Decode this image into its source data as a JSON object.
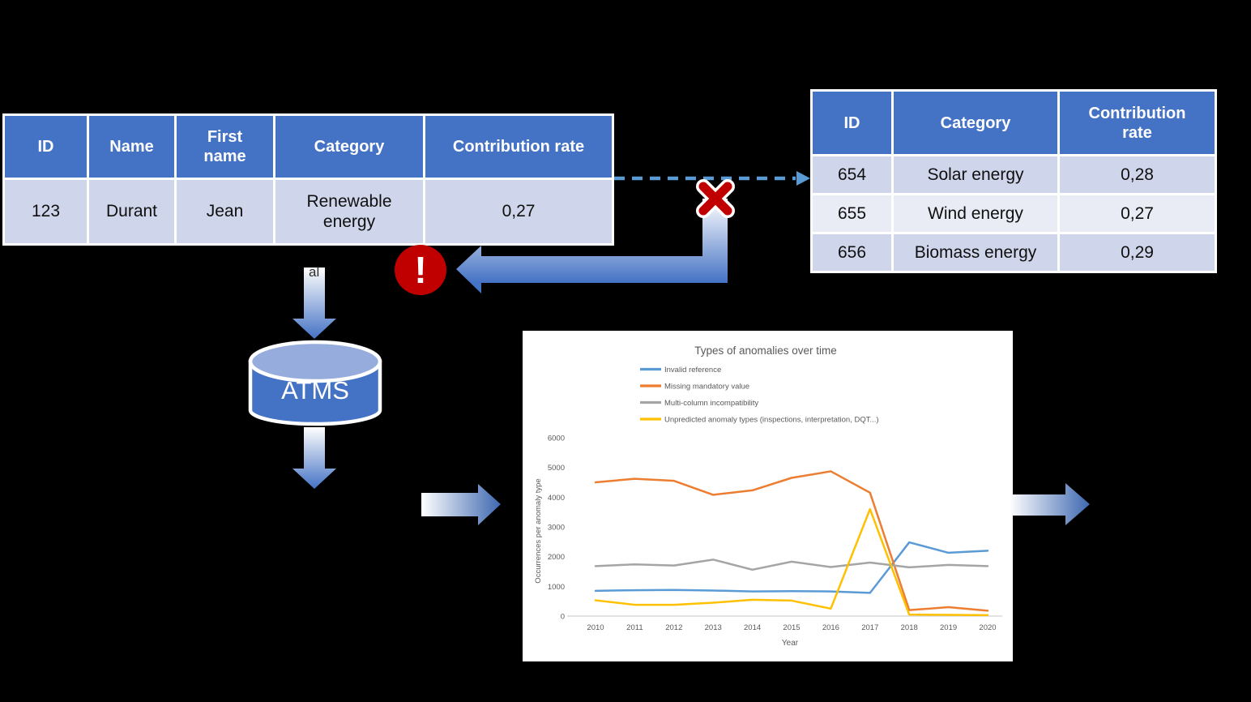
{
  "colors": {
    "accent_blue": "#4472C4",
    "table_header_bg": "#4472C4",
    "table_row_dark": "#CFD5EA",
    "table_row_light": "#E9EBF5",
    "dashed_arrow_blue": "#5B9BD5",
    "error_red": "#C00000",
    "chart_text_gray": "#595959"
  },
  "left_table": {
    "headers": [
      "ID",
      "Name",
      "First name",
      "Category",
      "Contribution rate"
    ],
    "rows": [
      [
        "123",
        "Durant",
        "Jean",
        "Renewable energy",
        "0,27"
      ]
    ]
  },
  "right_table": {
    "headers": [
      "ID",
      "Category",
      "Contribution rate"
    ],
    "rows": [
      [
        "654",
        "Solar energy",
        "0,28"
      ],
      [
        "655",
        "Wind energy",
        "0,27"
      ],
      [
        "656",
        "Biomass energy",
        "0,29"
      ]
    ]
  },
  "atms": {
    "label": "ATMS"
  },
  "icons": {
    "exclamation_glyph": "!",
    "cross_icon": "x-mark",
    "dashed_arrow_icon": "dashed-right-arrow",
    "return_arrow_icon": "bent-left-arrow"
  },
  "hidden_label_fragment": "al",
  "chart_data": {
    "type": "line",
    "title": "Types of anomalies over time",
    "xlabel": "Year",
    "ylabel": "Occurrences per anomaly type",
    "x": [
      2010,
      2011,
      2012,
      2013,
      2014,
      2015,
      2016,
      2017,
      2018,
      2019,
      2020
    ],
    "ylim": [
      0,
      6000
    ],
    "yticks": [
      0,
      1000,
      2000,
      3000,
      4000,
      5000,
      6000
    ],
    "grid": false,
    "legend_position": "top-left-vertical",
    "series": [
      {
        "name": "Invalid reference",
        "color": "#5B9BD5",
        "values": [
          850,
          870,
          880,
          860,
          830,
          840,
          830,
          780,
          2480,
          2130,
          2200
        ]
      },
      {
        "name": "Missing mandatory value",
        "color": "#ED7D31",
        "values": [
          4500,
          4620,
          4550,
          4080,
          4230,
          4650,
          4870,
          4150,
          200,
          300,
          180
        ]
      },
      {
        "name": "Multi-column incompatibility",
        "color": "#A5A5A5",
        "values": [
          1680,
          1740,
          1700,
          1900,
          1560,
          1830,
          1650,
          1800,
          1640,
          1720,
          1680
        ]
      },
      {
        "name": "Unpredicted anomaly types (inspections, interpretation, DQT...)",
        "color": "#FFC000",
        "values": [
          530,
          380,
          380,
          450,
          550,
          520,
          250,
          3600,
          50,
          40,
          30
        ]
      }
    ]
  }
}
